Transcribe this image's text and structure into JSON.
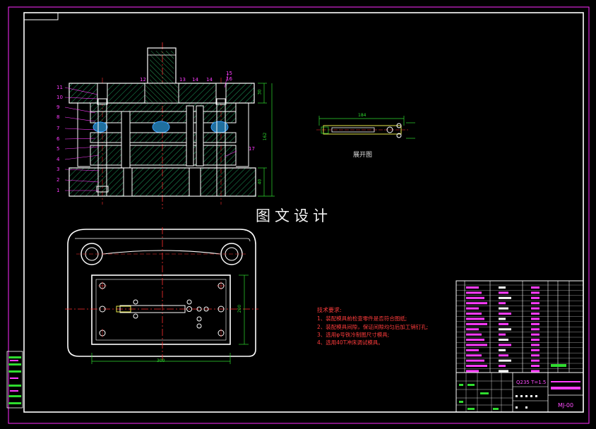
{
  "drawing": {
    "title_watermark": "图文设计",
    "unfolded_view_label": "展开图",
    "tech_requirements": {
      "title": "技术要求:",
      "items": [
        "1、装配模具前检查零件是否符合图纸;",
        "2、装配模具间隙，保证间隙均匀后加工销钉孔;",
        "3、选用φ号铁冷制图尺寸模具;",
        "4、选用40T冲床调试模具。"
      ]
    },
    "material_spec": "Q235 T=1.5",
    "drawing_number": "MJ-00",
    "part_callouts_left": [
      "11",
      "10",
      "9",
      "8",
      "7",
      "6",
      "5",
      "4",
      "3",
      "2",
      "1"
    ],
    "part_callouts_top": [
      "12",
      "13",
      "14",
      "14",
      "15",
      "16"
    ],
    "part_callout_right": "17",
    "dim_top_right": "30",
    "dim_total_height": "162",
    "dim_bottom_right": "40",
    "dim_plan_width": "300",
    "dim_plan_height": "200",
    "dim_unfold_length": "184"
  },
  "colors": {
    "background": "#000000",
    "border": "#ff2cff",
    "outline": "#ffffff",
    "centerline": "#ff3030",
    "hatch": "#1f9f5f",
    "dimension": "#2fdc2f",
    "callout": "#ff3cff",
    "unfold_yellow": "#e8e84a"
  }
}
